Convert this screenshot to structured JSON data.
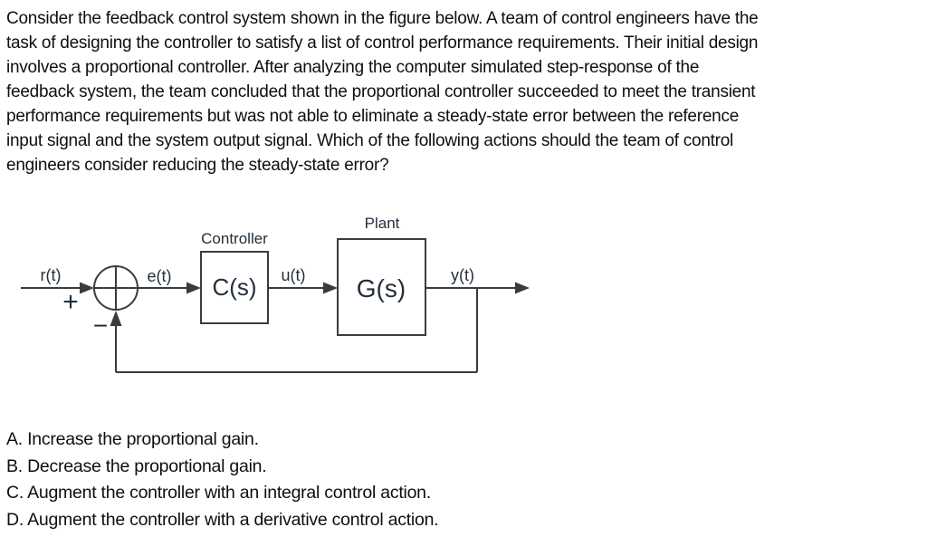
{
  "question": {
    "lines": [
      "Consider the feedback control system shown in the figure below. A team of control engineers have the",
      "task of designing the controller to satisfy a list of control performance requirements. Their initial design",
      "involves a proportional controller. After analyzing the computer simulated step-response of the",
      "feedback system, the team concluded that the proportional controller succeeded to meet the transient",
      "performance requirements but was not able to eliminate a steady-state error between the reference",
      "input signal and the system output signal. Which of the following actions should the team of control",
      "engineers consider reducing the steady-state error?"
    ]
  },
  "diagram": {
    "plant_title": "Plant",
    "controller_title": "Controller",
    "controller_tf": "C(s)",
    "plant_tf": "G(s)",
    "input_label": "r(t)",
    "error_label": "e(t)",
    "control_label": "u(t)",
    "output_label": "y(t)",
    "plus_sign": "+",
    "minus_sign": "−",
    "line_color": "#3b3b3b",
    "label_color": "#232f3b"
  },
  "options": [
    "A. Increase the proportional gain.",
    "B. Decrease the proportional gain.",
    "C. Augment the controller with an integral control action.",
    "D. Augment the controller with a derivative control action."
  ]
}
